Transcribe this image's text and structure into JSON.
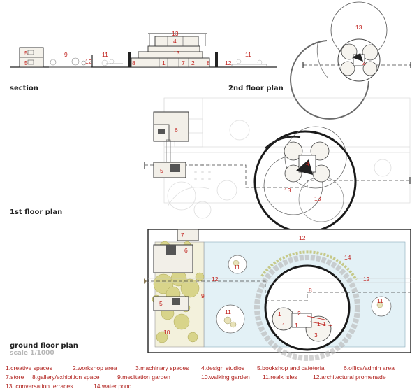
{
  "labels": {
    "section": "section",
    "floor2": "2nd floor plan",
    "floor1": "1st floor plan",
    "ground": "ground floor plan",
    "scale": "scale 1/1000"
  },
  "numbers": {
    "n1": "1",
    "n2": "2",
    "n3": "3",
    "n4": "4",
    "n5": "5",
    "n6": "6",
    "n7": "7",
    "n8": "8",
    "n9": "9",
    "n10": "10",
    "n11": "11",
    "n12": "12",
    "n13": "13",
    "n14": "14"
  },
  "legend": [
    "1.creative spaces",
    "2.workshop area",
    "3.machinary spaces",
    "4.design studios",
    "5.bookshop and cafeteria",
    "6.office/admin area",
    "7.store",
    "8.gallery/exhibition space",
    "9.meditation garden",
    "10.walking garden",
    "11.realx isles",
    "12.architectural promenade",
    "13. conversation terraces",
    "14.water pond"
  ],
  "colors": {
    "label_red": "#c0201c",
    "water": "#e3f1f6",
    "garden": "#d8d48a",
    "line": "#2a2a2a"
  }
}
